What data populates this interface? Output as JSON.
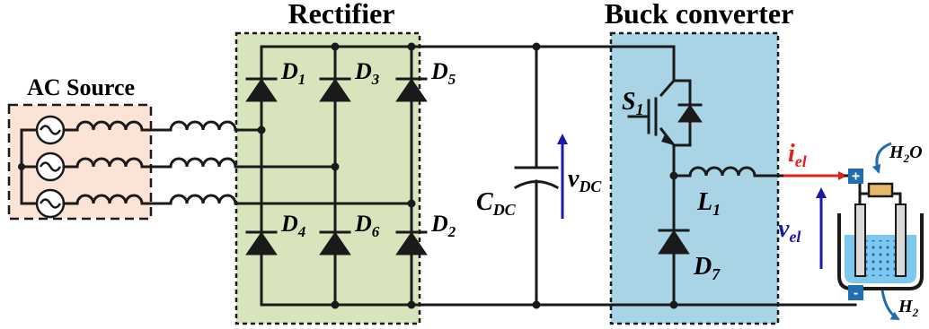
{
  "blocks": {
    "rectifier_title": "Rectifier",
    "buck_title": "Buck converter",
    "ac_source_title": "AC Source"
  },
  "components": {
    "d1": "D",
    "d1_sub": "1",
    "d3": "D",
    "d3_sub": "3",
    "d5": "D",
    "d5_sub": "5",
    "d4": "D",
    "d4_sub": "4",
    "d6": "D",
    "d6_sub": "6",
    "d2": "D",
    "d2_sub": "2",
    "d7": "D",
    "d7_sub": "7",
    "s1": "S",
    "s1_sub": "1",
    "l1": "L",
    "l1_sub": "1",
    "cdc": "C",
    "cdc_sub": "DC"
  },
  "signals": {
    "vdc": "v",
    "vdc_sub": "DC",
    "iel": "i",
    "iel_sub": "el",
    "vel": "v",
    "vel_sub": "el"
  },
  "electrolyzer": {
    "plus": "+",
    "minus": "-",
    "h2o": "H",
    "h2o_sub": "2",
    "h2o_end": "O",
    "h2": "H",
    "h2_sub": "2"
  },
  "colors": {
    "rectifier_fill": "#d8e4bc",
    "buck_fill": "#a9d4e6",
    "ac_fill": "#fbe3d6",
    "current_arrow": "#e0201a",
    "voltage_arrow": "#1a1aa8",
    "terminal": "#1f6fb0",
    "water": "#7ec7ee"
  }
}
